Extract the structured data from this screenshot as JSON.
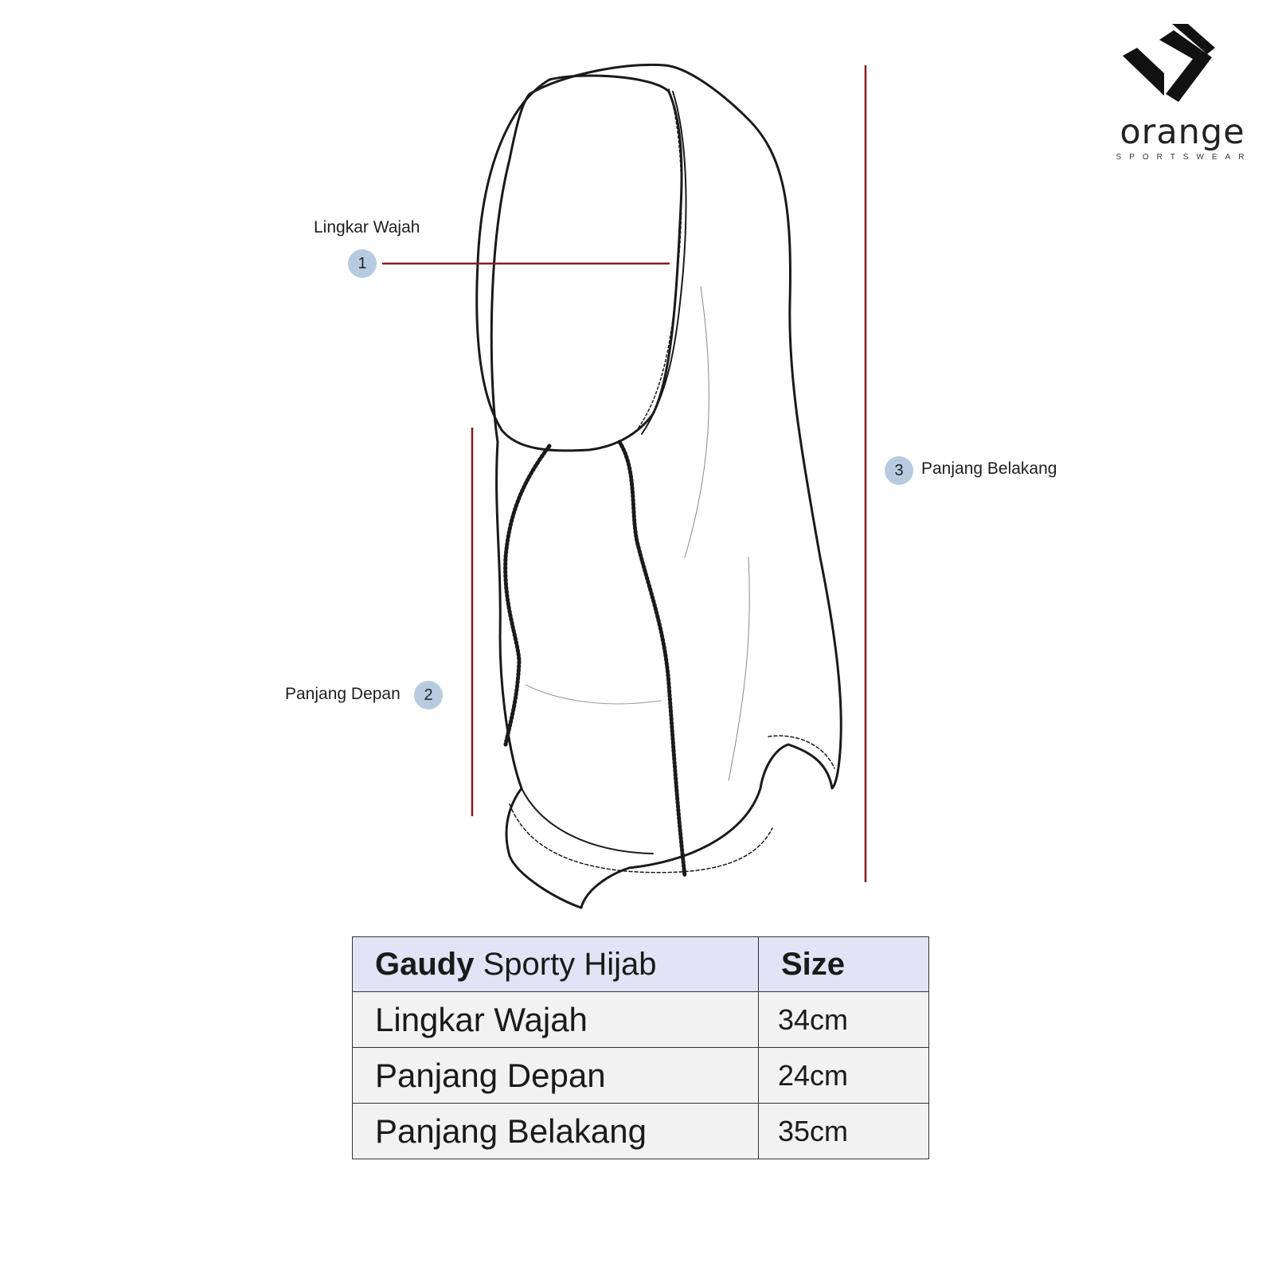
{
  "brand": {
    "name": "orange",
    "tagline": "SPORTSWEAR"
  },
  "illustration": {
    "subject": "hijab-line-drawing",
    "measurement_line_color": "#8b1a1a"
  },
  "callouts": [
    {
      "number": "1",
      "label": "Lingkar Wajah"
    },
    {
      "number": "2",
      "label": "Panjang Depan"
    },
    {
      "number": "3",
      "label": "Panjang Belakang"
    }
  ],
  "table": {
    "header": {
      "product_bold": "Gaudy",
      "product_rest": "Sporty Hijab",
      "size_label": "Size"
    },
    "rows": [
      {
        "name": "Lingkar Wajah",
        "value": "34cm"
      },
      {
        "name": "Panjang Depan",
        "value": "24cm"
      },
      {
        "name": "Panjang Belakang",
        "value": "35cm"
      }
    ]
  },
  "colors": {
    "badge": "#b7cbe0",
    "header_bg": "#e2e4f5",
    "row_bg": "#f2f2f2",
    "measure_line": "#8b1a1a"
  }
}
